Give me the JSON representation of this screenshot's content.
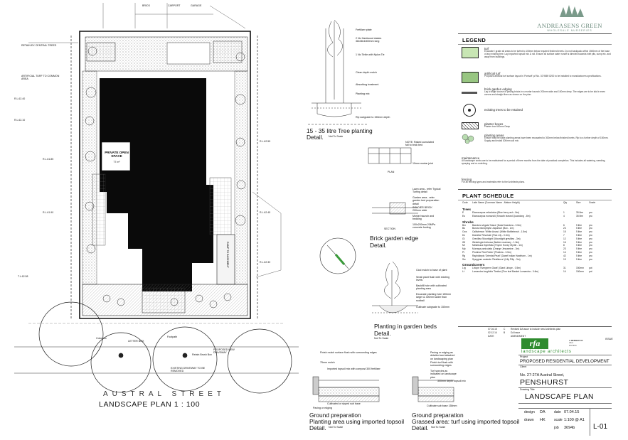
{
  "logo": {
    "line1": "ANDREASENS GREEN",
    "line2": "WHOLESALE NURSERIES"
  },
  "plan": {
    "street": "AUSTRAL STREET",
    "title": "LANDSCAPE PLAN 1 : 100",
    "pos_label": "PRIVATE OPEN SPACE",
    "pos_sub": "77 m²",
    "ramp": "RAMP TO BASEMENT",
    "labels": {
      "top1": "BRICK",
      "top2": "CARPORT",
      "top3": "GARAGE",
      "retain": "RETAIN EX CENTRAL TREES",
      "turf": "ARTIFICIAL TURF TO COMMON AREA",
      "colorado": "Colorado",
      "footpath": "Footpath",
      "retain_bush": "Retain Brush Box",
      "proposed": "PROPOSED NEW DRIVEWAY",
      "existing": "EXISTING DRIVEWAY TO BE REMOVED",
      "letter": "LETTER BOX"
    }
  },
  "details": {
    "tree": {
      "title": "15 - 35 litre Tree planting",
      "sub": "Detail.",
      "scale": "Not To Scale",
      "notes": [
        "Fertilizer plate",
        "2 No Hardwood stakes 38x38x1800mm long",
        "1 No Tinfie with Nylon Tie",
        "Clean depth mulch",
        "Absorbing treatment",
        "Planting mix",
        "Rip subgrade to 150mm depth"
      ]
    },
    "brick": {
      "title": "Brick garden edge",
      "sub": "Detail.",
      "scale": "Not To Scale",
      "notes": [
        "NOTE: Raked cumulated fall to brick bed",
        "10mm mortar joint",
        "PLAN",
        "Lawn area - refer Typical Turfing detail",
        "Garden area - refer garden bed preparation detail",
        "SOLDIER BRICK 200mm wide",
        "Mortar haunch and bedding",
        "100x200mm 20MPa concrete footing",
        "SECTION"
      ]
    },
    "beds": {
      "title": "Planting in garden beds",
      "sub": "Detail.",
      "scale": "Not To Scale",
      "notes": [
        "Clod mulch to base of plant",
        "Small plant flush with existing levels",
        "Backfill hole with cultivated planting area",
        "Excavate planting hole 150mm larger & 300mm wider than rootball",
        "Cultivate subgrade to 150mm"
      ]
    },
    "prep1": {
      "title": "Ground preparation",
      "title2": "Planting area using imported topsoil",
      "sub": "Detail.",
      "scale": "Not To Scale",
      "notes": [
        "Finish mulch surface flush with surrounding edges",
        "75mm mulch",
        "Imported topsoil mix with compost 300 fertiliser",
        "Cultivated or ripped sub base",
        "Paving or edging"
      ]
    },
    "prep2": {
      "title": "Ground preparation",
      "title2": "Grassed area: turf using imported topsoil",
      "sub": "Detail.",
      "scale": "Not To Scale",
      "notes": [
        "Paving or edging as detailed and attached on landscaping plan",
        "Finish turf flush with surrounding edges",
        "Turf species as indicated on landscape plan",
        "300mm depth topsoil mix",
        "Cultivate sub base 150mm"
      ]
    }
  },
  "legend": {
    "heading": "LEGEND",
    "items": [
      {
        "name": "turf",
        "desc": "Excavate / grade all areas to be turfed to 100mm below required finished levels. Do not backpack within 1500mm of the base of any existing tree. Lay imported topsoil mix & roll. Ensure all surface water runoff is directed towards inlet pits, sump etc. and away from buildings."
      },
      {
        "name": "artificial turf",
        "desc": "Proposed artificial turf surface layout is 'Portsoft' p/l No. 02 9869 8200 to be installed to manufacturers specifications."
      },
      {
        "name": "brick garden edging",
        "desc": "Lay a single course of paving bricks in a mortar haunch 200mm wide and 100mm deep. The edges are to be laid in even curves and straight lines as shown on the plan."
      },
      {
        "name": "existing trees to be retained",
        "desc": ""
      },
      {
        "name": "planter boxes",
        "desc": "Planter box 600mm Deep"
      },
      {
        "name": "planting areas",
        "desc": "Ensure that the base planting areas have been excavated to 300mm below finished levels. Rip to a further depth of 150mm. Supply and install 300mm soil mix."
      },
      {
        "name": "maintenance",
        "desc": "All landscape works are to be maintained for a period of three months from the date of practical completion. This includes all watering, weeding, spraying and re-mulching."
      },
      {
        "name": "fencing",
        "desc": "For all fencing types and materials refer to the Architects plans."
      }
    ]
  },
  "schedule": {
    "heading": "PLANT SCHEDULE",
    "columns": [
      "Code",
      "Latin Name (Common Name - Mature Height)",
      "Qty",
      "Size",
      "Grade"
    ],
    "groups": [
      {
        "name": "Trees",
        "rows": [
          [
            "E",
            "Elaeocarpus reticulatus (Blue berry ash - 8m)",
            "1",
            "35 litre",
            "pro"
          ],
          [
            "Es",
            "Elaeocarpus eumundii (Smooth leaved Quandong - 8m)",
            "4",
            "35 litre",
            "pro"
          ]
        ]
      },
      {
        "name": "Shrubs",
        "rows": [
          [
            "Bm",
            "Baeckea virgata 'Nana' (Dwarf baeckea - 0.5m)",
            "6",
            "5 litre",
            "pro"
          ],
          [
            "Bs",
            "Buxus microphylla 'Japonica' (Box - 1m)",
            "24",
            "5 litre",
            "pro"
          ],
          [
            "Cws",
            "Callistemon 'White Anzac' (White Bottlebrush - 1.5m)",
            "15",
            "5 litre",
            "pro"
          ],
          [
            "Dv",
            "Dianella 'Revoluta' (Flax Lily - 0.6m)",
            "7",
            "5 litre",
            "pro"
          ],
          [
            "Gl",
            "Grevillea 'Moonlight' (Moonlight grevillea - 3m)",
            "12",
            "5 litre",
            "pro"
          ],
          [
            "Wf",
            "Westringia fruticosa (Native rosemary - 1.5m)",
            "16",
            "5 litre",
            "pro"
          ],
          [
            "Ml",
            "Melaleuca thymifolia (Thyme Honey Myrtle - 1m)",
            "8",
            "5 litre",
            "pro"
          ],
          [
            "Mp",
            "Murraya paniculata (Orange Jessamine - 2m)",
            "23",
            "5 litre",
            "pro"
          ],
          [
            "Pr",
            "Photinia 'Red Robin' (Photinia - 3.5m)",
            "14",
            "5 litre",
            "pro"
          ],
          [
            "Rg",
            "Raphiolepis 'Oriental Pearl' (Dwarf Indian Hawthorn - 1m)",
            "42",
            "5 litre",
            "pro"
          ],
          [
            "Sw",
            "Syzygium australe 'Resilience' (Lilly Pilly - 3m)",
            "19",
            "5 litre",
            "pro"
          ]
        ]
      },
      {
        "name": "Groundcovers",
        "rows": [
          [
            "Lrg",
            "Liriope 'Evergreen Giant' (Giant Liriope - 0.5m)",
            "31",
            "150mm",
            "pot"
          ],
          [
            "Lt",
            "Lomandra longifolia 'Tanika' (Fine leaf Basket Lomandra - 0.6m)",
            "14",
            "150mm",
            "pot"
          ]
        ]
      }
    ]
  },
  "titleblock": {
    "revisions": [
      [
        "07.04.15",
        "C",
        "Revised DA issue to include new Architects plan"
      ],
      [
        "02.12.14",
        "B",
        "DA Issue"
      ],
      [
        "DATE",
        "",
        "AMENDMENT"
      ]
    ],
    "rev_label": "ISSUE",
    "firm_logo": "rfa",
    "firm_name": "landscape architects",
    "project_label": "Project",
    "project": "PROPOSED RESIDENTIAL DEVELOPMENT",
    "client_label": "Client",
    "address": "No. 27-27A Austral Street,",
    "suburb": "PENSHURST",
    "drawing_label": "Drawing Title",
    "drawing_title": "LANDSCAPE PLAN",
    "design": "DA",
    "date": "07.04.15",
    "scale": "1:100 @ A1",
    "drawn": "HK",
    "job": "3694b",
    "sheet": "L-01"
  }
}
